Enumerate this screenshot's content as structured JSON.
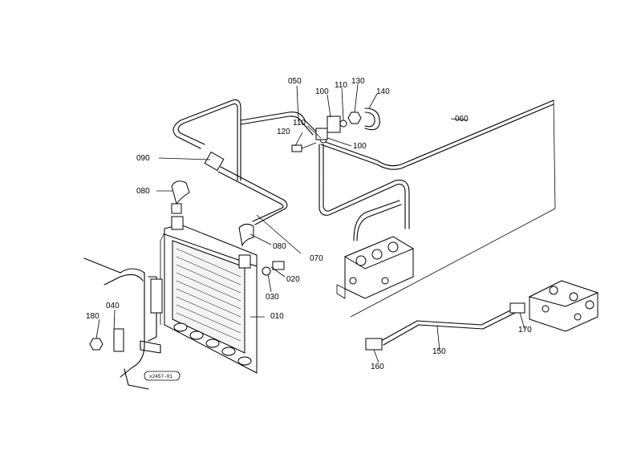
{
  "diagram": {
    "labels": [
      {
        "id": "010",
        "text": "010"
      },
      {
        "id": "020",
        "text": "020"
      },
      {
        "id": "030",
        "text": "030"
      },
      {
        "id": "040",
        "text": "040"
      },
      {
        "id": "050",
        "text": "050"
      },
      {
        "id": "060",
        "text": "060"
      },
      {
        "id": "070",
        "text": "070"
      },
      {
        "id": "080a",
        "text": "080"
      },
      {
        "id": "080b",
        "text": "080"
      },
      {
        "id": "090",
        "text": "090"
      },
      {
        "id": "100a",
        "text": "100"
      },
      {
        "id": "100b",
        "text": "100"
      },
      {
        "id": "110a",
        "text": "110"
      },
      {
        "id": "110b",
        "text": "110"
      },
      {
        "id": "120",
        "text": "120"
      },
      {
        "id": "130",
        "text": "130"
      },
      {
        "id": "140",
        "text": "140"
      },
      {
        "id": "150",
        "text": "150"
      },
      {
        "id": "160",
        "text": "160"
      },
      {
        "id": "170",
        "text": "170"
      },
      {
        "id": "180",
        "text": "180"
      }
    ],
    "stamp": "x2457-01"
  }
}
